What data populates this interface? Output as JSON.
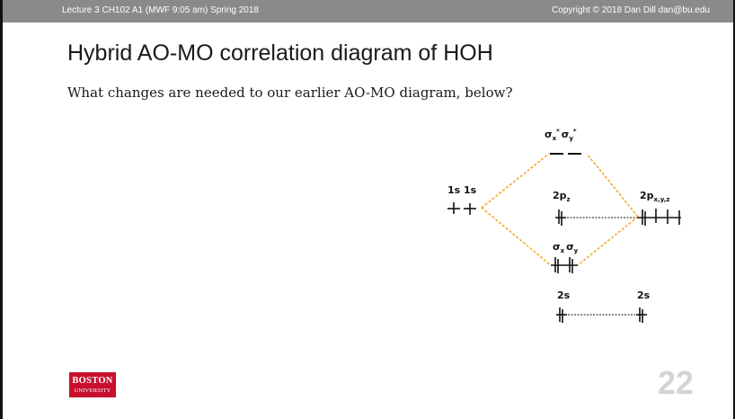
{
  "header": {
    "left_text": "Lecture 3 CH102 A1 (MWF 9:05 am) Spring 2018",
    "right_text": "Copyright © 2018 Dan Dill dan@bu.edu"
  },
  "slide": {
    "title": "Hybrid AO-MO correlation diagram of HOH",
    "question": "What changes are needed to our earlier AO-MO diagram, below?",
    "page_number": "22"
  },
  "logo": {
    "line1": "BOSTON",
    "line2": "UNIVERSITY",
    "color": "#c8102e"
  },
  "diagram": {
    "connector_color": "#f5a623",
    "labels": {
      "sigma": "σ",
      "sigma_x_star_sub": "x",
      "sigma_y_star_sub": "y",
      "star": "*",
      "h_1s_left": "1s",
      "h_1s_right": "1s",
      "o_2pz_main": "2p",
      "o_2pz_sub": "z",
      "o_2p_main": "2p",
      "o_2p_sub": "x,y,z",
      "sigma_x_sub": "x",
      "sigma_y_sub": "y",
      "o_2s_left": "2s",
      "o_2s_right": "2s"
    }
  }
}
